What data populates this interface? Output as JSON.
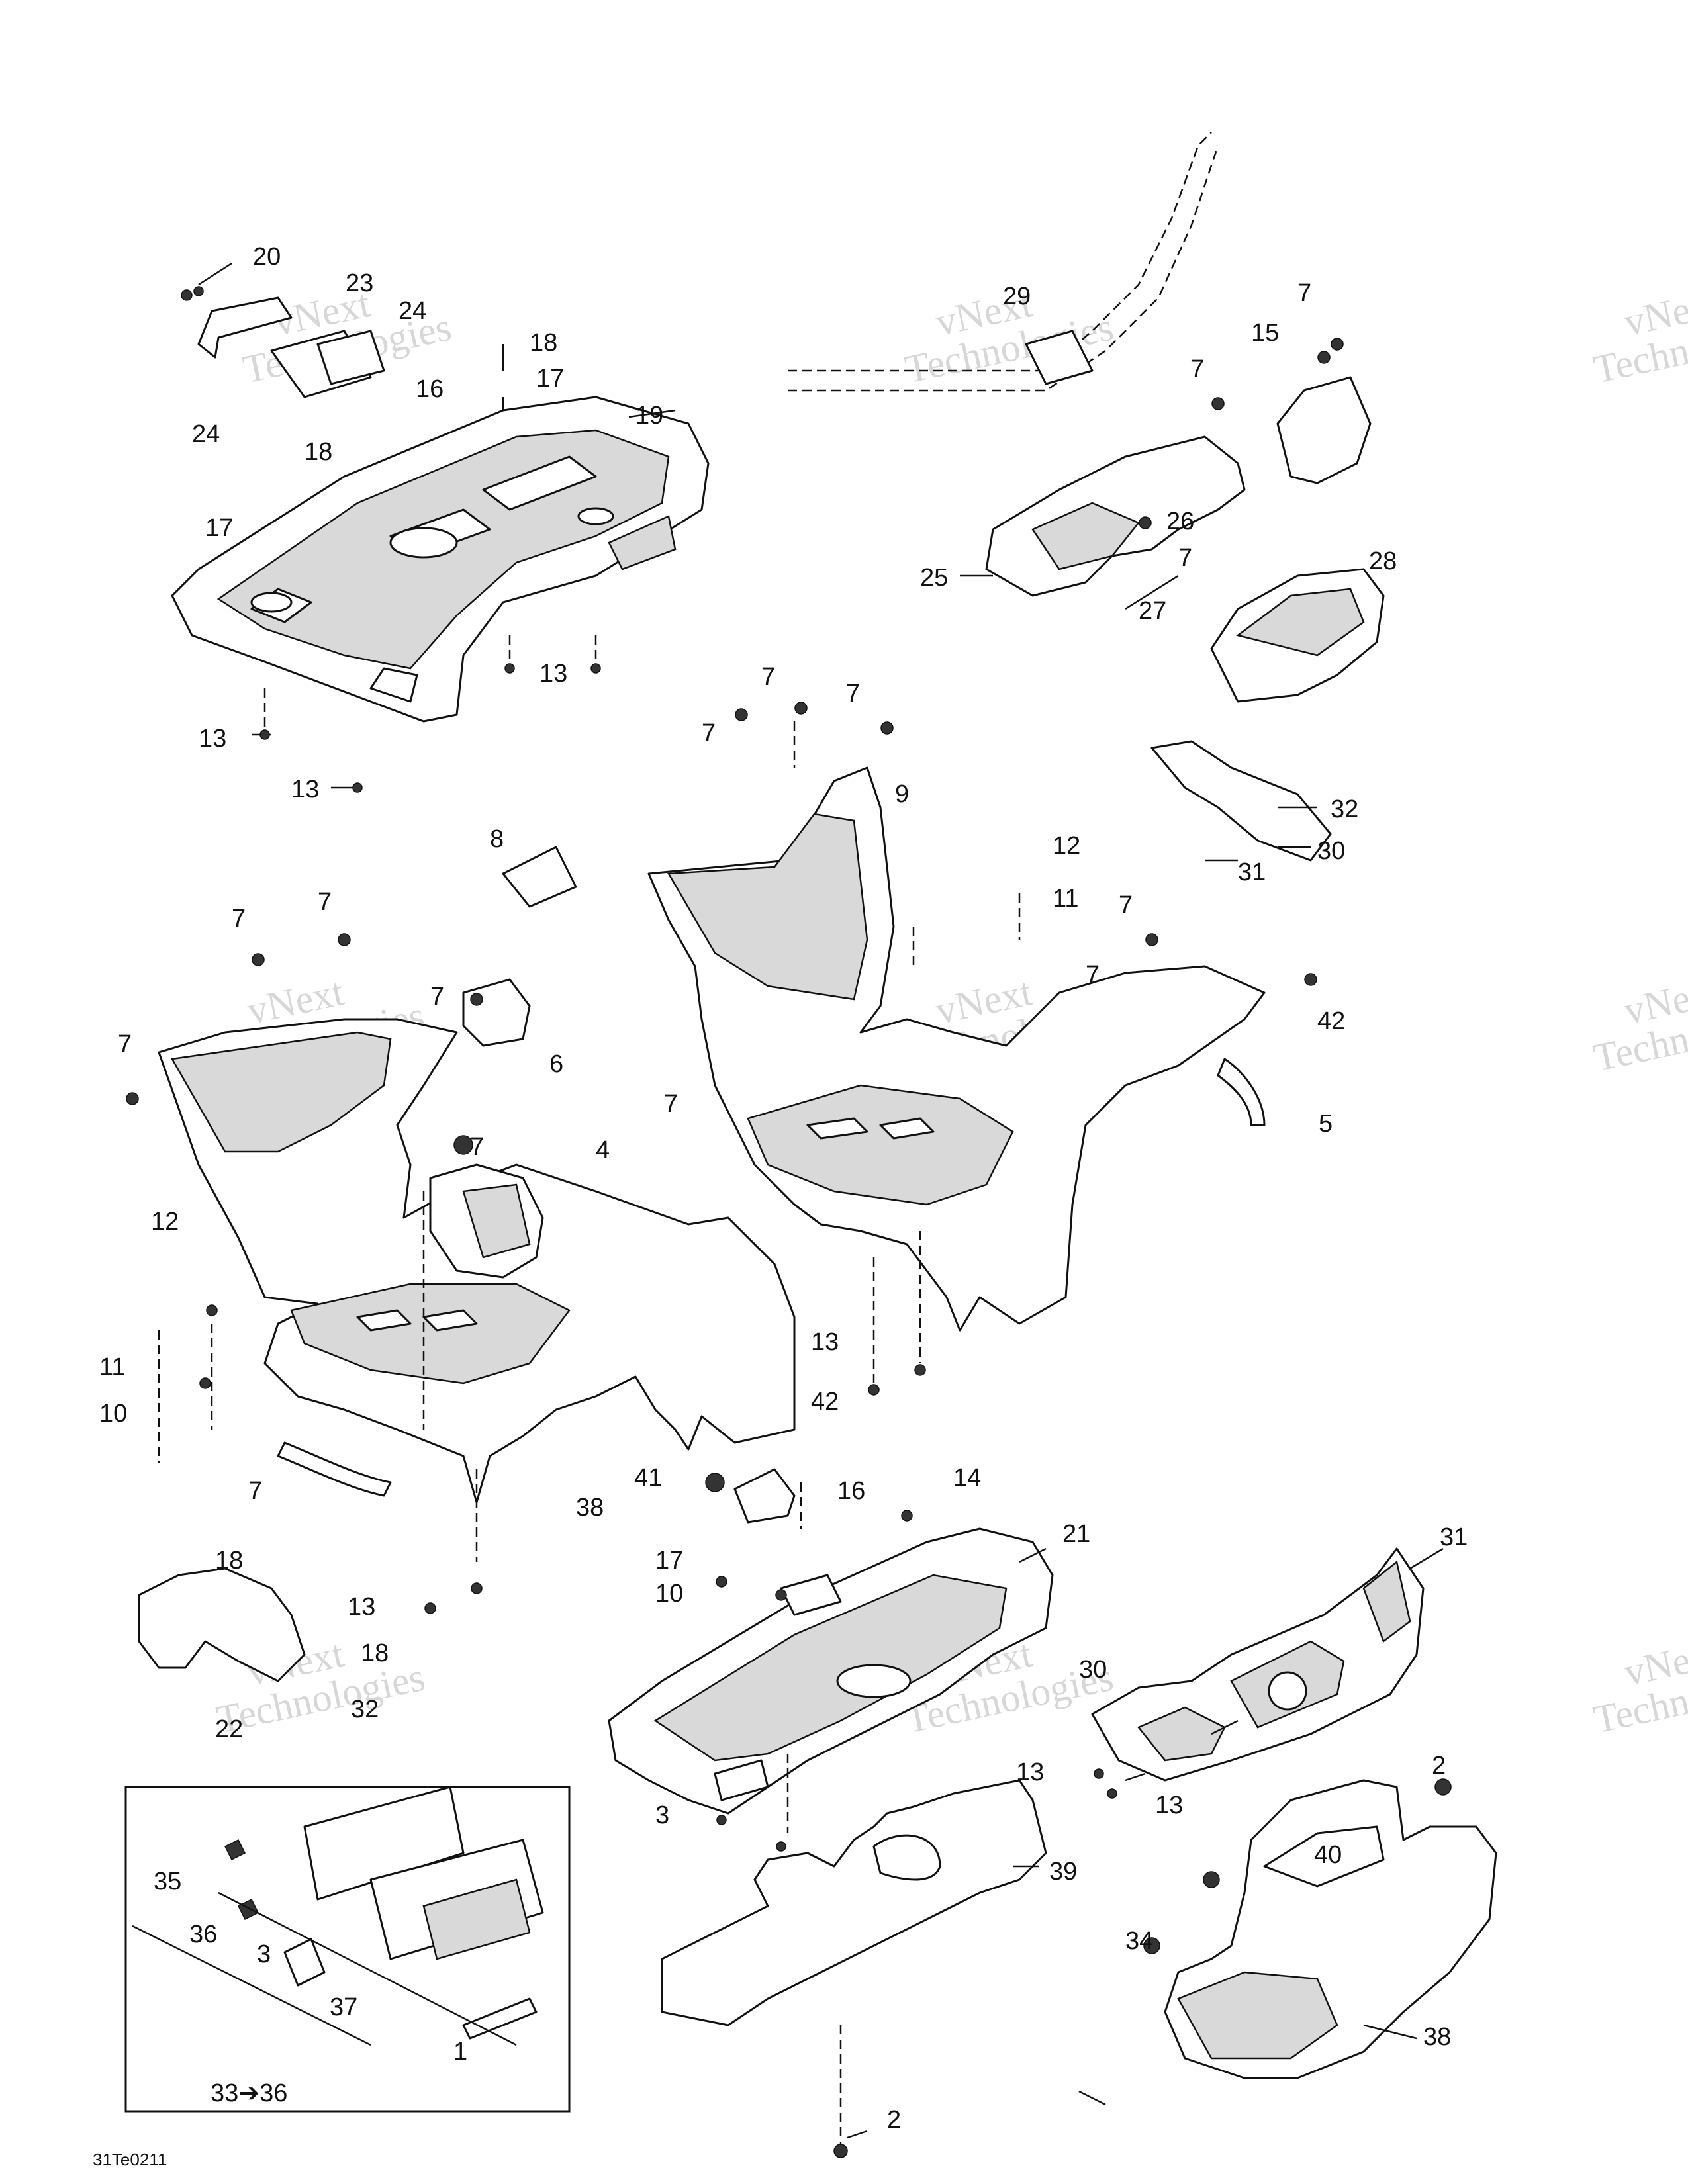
{
  "diagram_code": "31Te0211",
  "watermark": {
    "line1": "vNext",
    "line2": "Technologies"
  },
  "inset_note": {
    "range_start": "33",
    "arrow": "➔",
    "range_end": "36"
  },
  "callouts": [
    {
      "id": "c20",
      "text": "20"
    },
    {
      "id": "c23",
      "text": "23"
    },
    {
      "id": "c24a",
      "text": "24"
    },
    {
      "id": "c24b",
      "text": "24"
    },
    {
      "id": "c18a",
      "text": "18"
    },
    {
      "id": "c17a",
      "text": "17"
    },
    {
      "id": "c16a",
      "text": "16"
    },
    {
      "id": "c19",
      "text": "19"
    },
    {
      "id": "c18b",
      "text": "18"
    },
    {
      "id": "c17b",
      "text": "17"
    },
    {
      "id": "c13a",
      "text": "13"
    },
    {
      "id": "c13b",
      "text": "13"
    },
    {
      "id": "c13c",
      "text": "13"
    },
    {
      "id": "c29",
      "text": "29"
    },
    {
      "id": "c7a",
      "text": "7"
    },
    {
      "id": "c15",
      "text": "15"
    },
    {
      "id": "c7b",
      "text": "7"
    },
    {
      "id": "c26",
      "text": "26"
    },
    {
      "id": "c7c",
      "text": "7"
    },
    {
      "id": "c25",
      "text": "25"
    },
    {
      "id": "c27",
      "text": "27"
    },
    {
      "id": "c28",
      "text": "28"
    },
    {
      "id": "c7d",
      "text": "7"
    },
    {
      "id": "c7e",
      "text": "7"
    },
    {
      "id": "c7f",
      "text": "7"
    },
    {
      "id": "c9",
      "text": "9"
    },
    {
      "id": "c32a",
      "text": "32"
    },
    {
      "id": "c30a",
      "text": "30"
    },
    {
      "id": "c31a",
      "text": "31"
    },
    {
      "id": "c8",
      "text": "8"
    },
    {
      "id": "c12a",
      "text": "12"
    },
    {
      "id": "c11a",
      "text": "11"
    },
    {
      "id": "c7g",
      "text": "7"
    },
    {
      "id": "c7h",
      "text": "7"
    },
    {
      "id": "c7i",
      "text": "7"
    },
    {
      "id": "c7j",
      "text": "7"
    },
    {
      "id": "c6",
      "text": "6"
    },
    {
      "id": "c7k",
      "text": "7"
    },
    {
      "id": "c7l",
      "text": "7"
    },
    {
      "id": "c42a",
      "text": "42"
    },
    {
      "id": "c5",
      "text": "5"
    },
    {
      "id": "c7m",
      "text": "7"
    },
    {
      "id": "c7n",
      "text": "7"
    },
    {
      "id": "c4",
      "text": "4"
    },
    {
      "id": "c12b",
      "text": "12"
    },
    {
      "id": "c11b",
      "text": "11"
    },
    {
      "id": "c10a",
      "text": "10"
    },
    {
      "id": "c13d",
      "text": "13"
    },
    {
      "id": "c42b",
      "text": "42"
    },
    {
      "id": "c7o",
      "text": "7"
    },
    {
      "id": "c38a",
      "text": "38"
    },
    {
      "id": "c41",
      "text": "41"
    },
    {
      "id": "c16b",
      "text": "16"
    },
    {
      "id": "c14",
      "text": "14"
    },
    {
      "id": "c21",
      "text": "21"
    },
    {
      "id": "c31b",
      "text": "31"
    },
    {
      "id": "c18c",
      "text": "18"
    },
    {
      "id": "c17c",
      "text": "17"
    },
    {
      "id": "c10b",
      "text": "10"
    },
    {
      "id": "c13e",
      "text": "13"
    },
    {
      "id": "c18d",
      "text": "18"
    },
    {
      "id": "c30b",
      "text": "30"
    },
    {
      "id": "c32b",
      "text": "32"
    },
    {
      "id": "c22",
      "text": "22"
    },
    {
      "id": "c13f",
      "text": "13"
    },
    {
      "id": "c13g",
      "text": "13"
    },
    {
      "id": "c3a",
      "text": "3"
    },
    {
      "id": "c2a",
      "text": "2"
    },
    {
      "id": "c40",
      "text": "40"
    },
    {
      "id": "c39",
      "text": "39"
    },
    {
      "id": "c35",
      "text": "35"
    },
    {
      "id": "c36",
      "text": "36"
    },
    {
      "id": "c3b",
      "text": "3"
    },
    {
      "id": "c34",
      "text": "34"
    },
    {
      "id": "c37",
      "text": "37"
    },
    {
      "id": "c1",
      "text": "1"
    },
    {
      "id": "c38b",
      "text": "38"
    },
    {
      "id": "c2b",
      "text": "2"
    }
  ]
}
